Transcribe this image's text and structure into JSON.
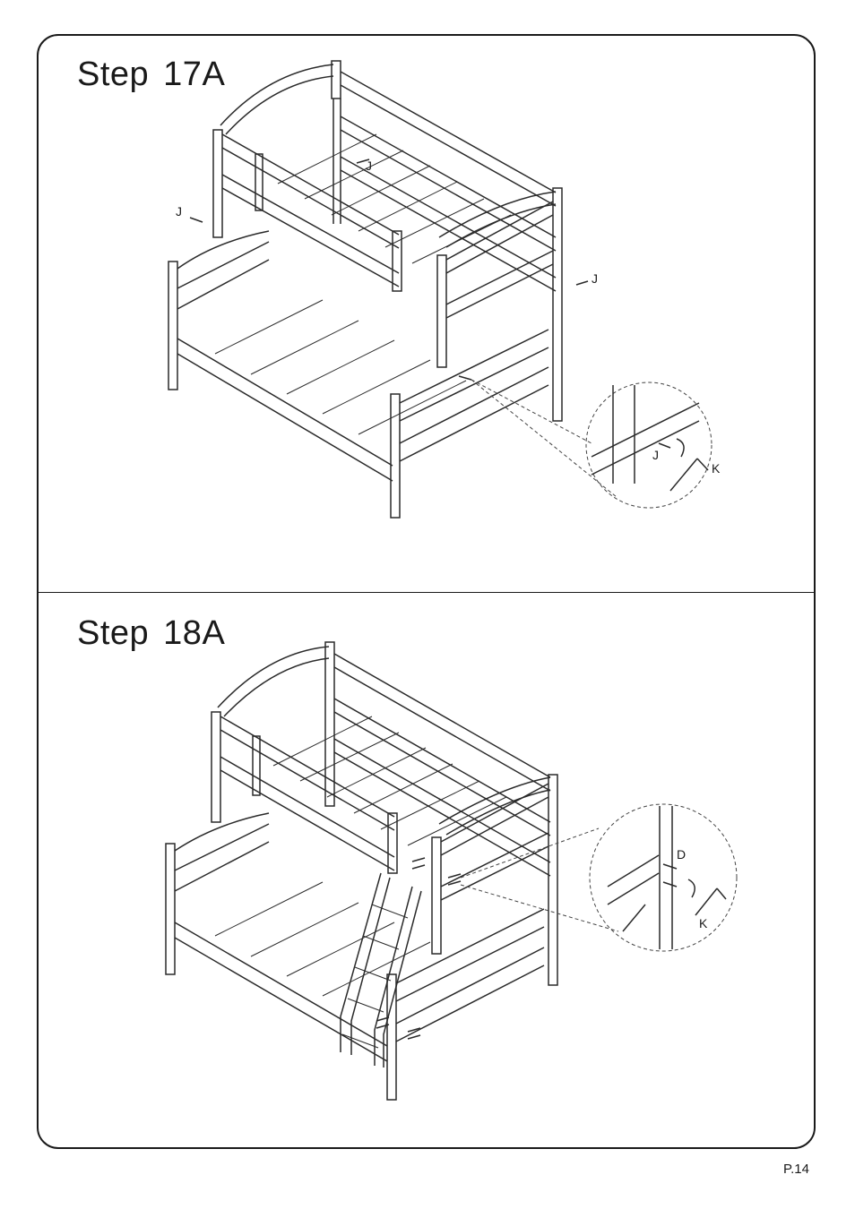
{
  "steps": [
    {
      "word": "Step",
      "number": "17A",
      "labels": {
        "part_j": "J",
        "tool_k": "K"
      }
    },
    {
      "word": "Step",
      "number": "18A",
      "labels": {
        "part_d": "D",
        "tool_k": "K"
      }
    }
  ],
  "page_number": "P.14"
}
